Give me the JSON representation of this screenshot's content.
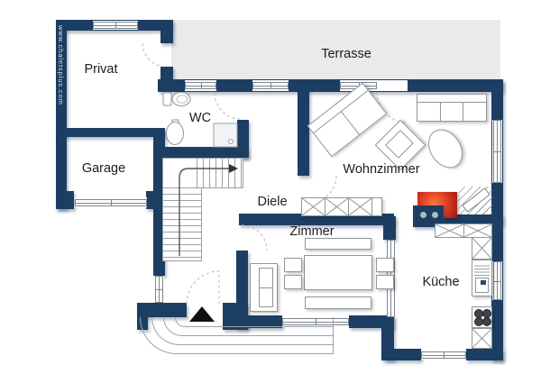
{
  "watermark": "www.chaletsplus.com",
  "rooms": {
    "terrasse": "Terrasse",
    "privat": "Privat",
    "garage": "Garage",
    "wc": "WC",
    "diele": "Diele",
    "wohnzimmer": "Wohnzimmer",
    "zimmer": "Zimmer",
    "kueche": "Küche"
  },
  "colors": {
    "wall_navy": "#1c3e63",
    "terrace_gray": "#e9eaeb",
    "stove_red_center": "#f0683f",
    "stove_red_edge": "#a51d10"
  }
}
